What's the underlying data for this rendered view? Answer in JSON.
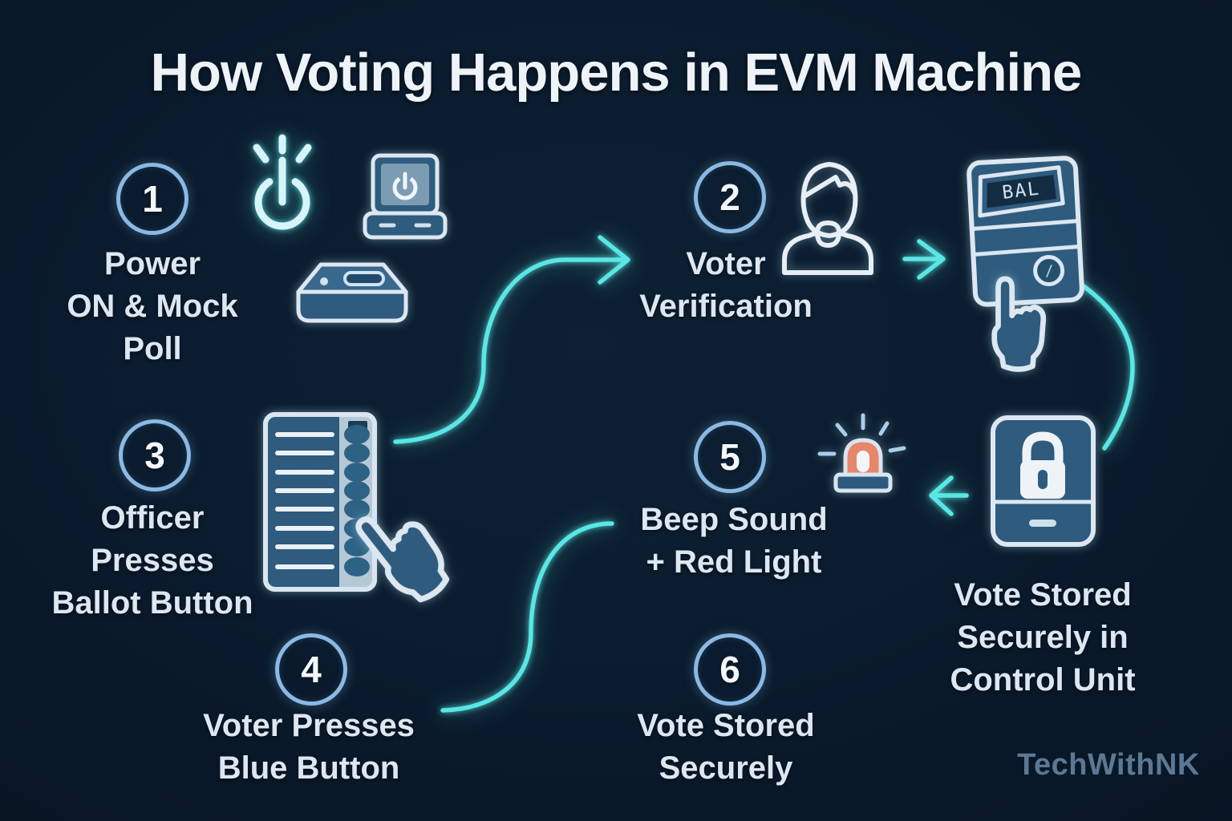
{
  "title": "How Voting Happens in EVM Machine",
  "watermark": "TechWithNK",
  "colors": {
    "background": "#0a1b2d",
    "accent_cyan": "#5ae6e4",
    "step_circle_ring": "#8ab9e4",
    "text": "#dde7f1",
    "icon_blue": "#2e5b7e",
    "icon_outline": "#d9e5ef",
    "siren_red": "#e8866b",
    "watermark": "#5d7893"
  },
  "steps": [
    {
      "number": "1",
      "lines": [
        "Power",
        "ON & Mock",
        "Poll"
      ]
    },
    {
      "number": "2",
      "lines": [
        "Voter",
        "Verification"
      ]
    },
    {
      "number": "3",
      "lines": [
        "Officer",
        "Presses",
        "Ballot Button"
      ]
    },
    {
      "number": "4",
      "lines": [
        "Voter Presses",
        "Blue Button"
      ]
    },
    {
      "number": "5",
      "lines": [
        "Beep Sound",
        "+ Red Light"
      ]
    },
    {
      "number": "6",
      "lines": [
        "Vote Stored",
        "Securely"
      ]
    }
  ],
  "control_unit_caption": {
    "lines": [
      "Vote Stored",
      "Securely in",
      "Control Unit"
    ]
  },
  "ballot_machine": {
    "screen_text": "BAL",
    "button_glyph": "/"
  }
}
